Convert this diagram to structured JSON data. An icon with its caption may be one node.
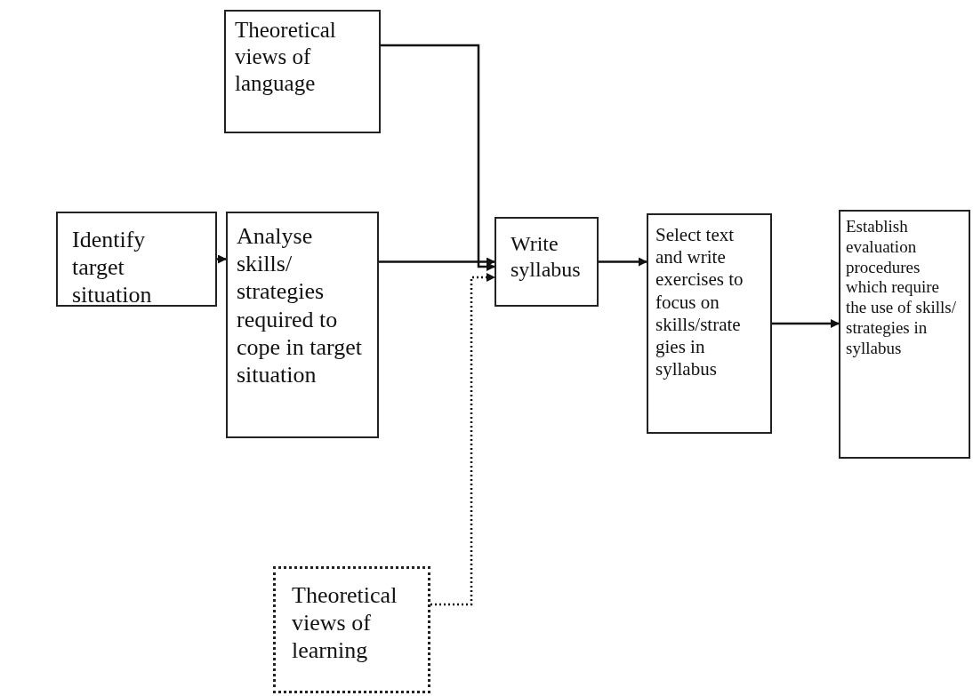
{
  "diagram": {
    "nodes": [
      {
        "text": [
          "Theoretical views of language"
        ]
      },
      {
        "text": [
          "Identify target situation"
        ]
      },
      {
        "text": [
          "Analyse skills/ strategies required to cope in target situation"
        ]
      },
      {
        "text": [
          "Write syllabus"
        ]
      },
      {
        "text": [
          "Select text and write exercises to focus on skills/strate gies in syllabus"
        ]
      },
      {
        "text": [
          "Establish evaluation procedures which require the use of skills/ strategies in syllabus"
        ]
      },
      {
        "text": [
          "Theoretical views of learning"
        ]
      }
    ],
    "edges": [
      {
        "from": 1,
        "to": 2,
        "arrow": "to"
      },
      {
        "from": 2,
        "to": 3,
        "arrow": "to"
      },
      {
        "from": 0,
        "to": 3,
        "arrow": "to"
      },
      {
        "from": 6,
        "to": 3,
        "arrow": "to",
        "style": "dashed"
      },
      {
        "from": 3,
        "to": 4,
        "arrow": "to"
      },
      {
        "from": 4,
        "to": 5,
        "arrow": "to"
      }
    ]
  }
}
